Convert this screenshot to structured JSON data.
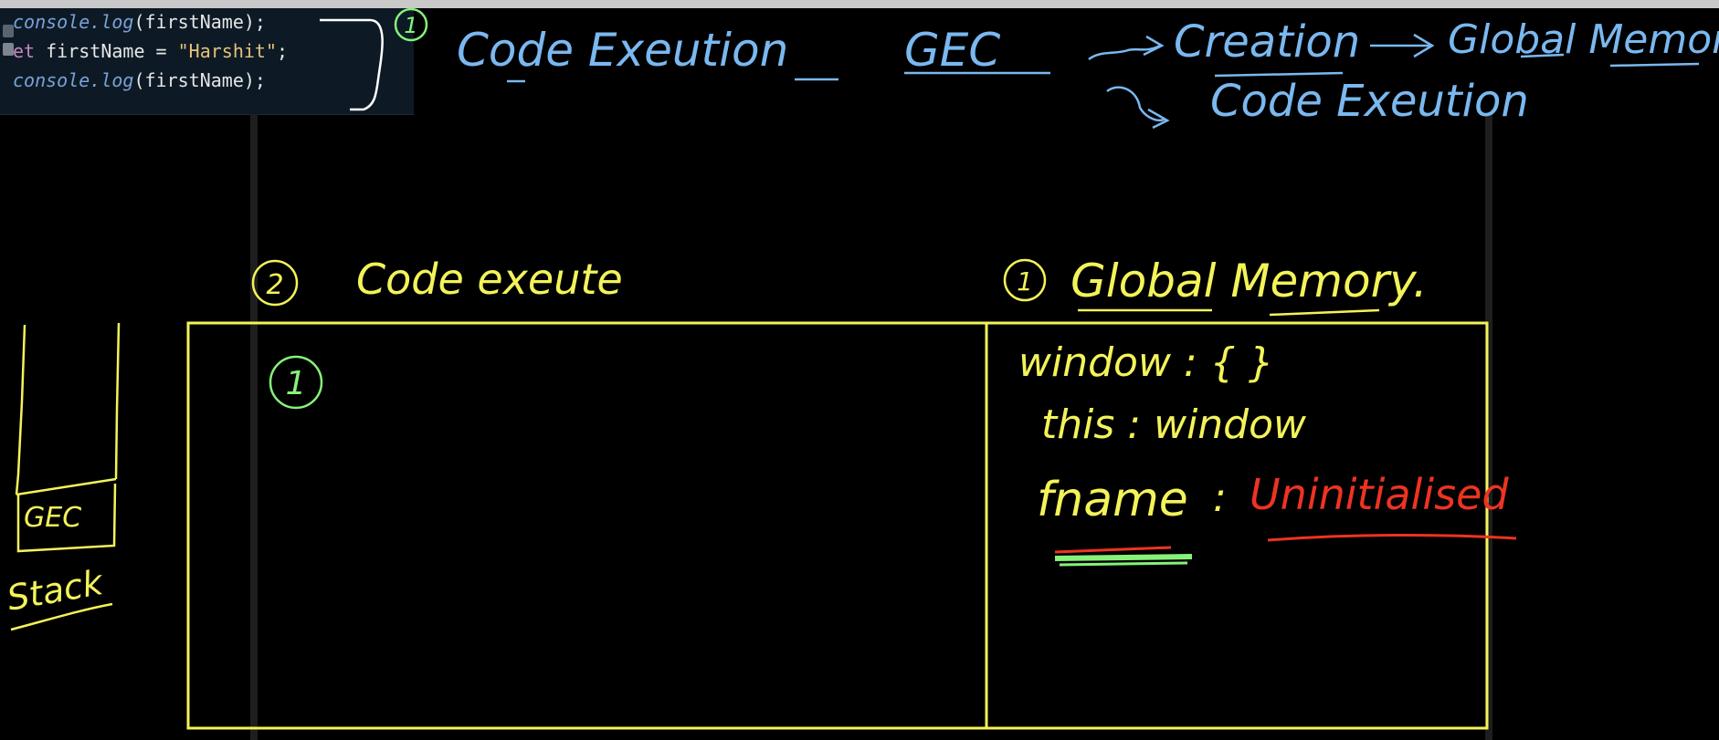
{
  "code": {
    "lines": [
      {
        "p1": "console.",
        "p2": "log",
        "p3": "(firstName);"
      },
      {
        "p1": "et",
        "p2": " firstName = ",
        "p3": "\"Harshit\"",
        "p4": ";"
      },
      {
        "p1": "console.",
        "p2": "log",
        "p3": "(firstName);"
      }
    ]
  },
  "annotations": {
    "code_marker": "1",
    "top_title": "Code Exeution",
    "gec": "GEC",
    "creation": "Creation",
    "global_memory_top": "Global Memory",
    "code_execution_bottom": "Code Exeution",
    "step2_num": "2",
    "step2_label": "Code exeute",
    "step1_num": "1",
    "step1_label": "Global Memory.",
    "left_marker": "1",
    "stack_item": "GEC",
    "stack_label": "Stack"
  },
  "memory": {
    "window_line": "window : { }",
    "this_line": "this : window",
    "fname_key": "fname",
    "fname_sep": ":",
    "fname_value": "Uninitialised"
  },
  "colors": {
    "blue_ink": "#7ab8f0",
    "yellow_ink": "#f3f35a",
    "green_ink": "#86f27a",
    "red_ink": "#ee3322",
    "white_ink": "#ffffff",
    "code_bg": "#0d1a26"
  }
}
